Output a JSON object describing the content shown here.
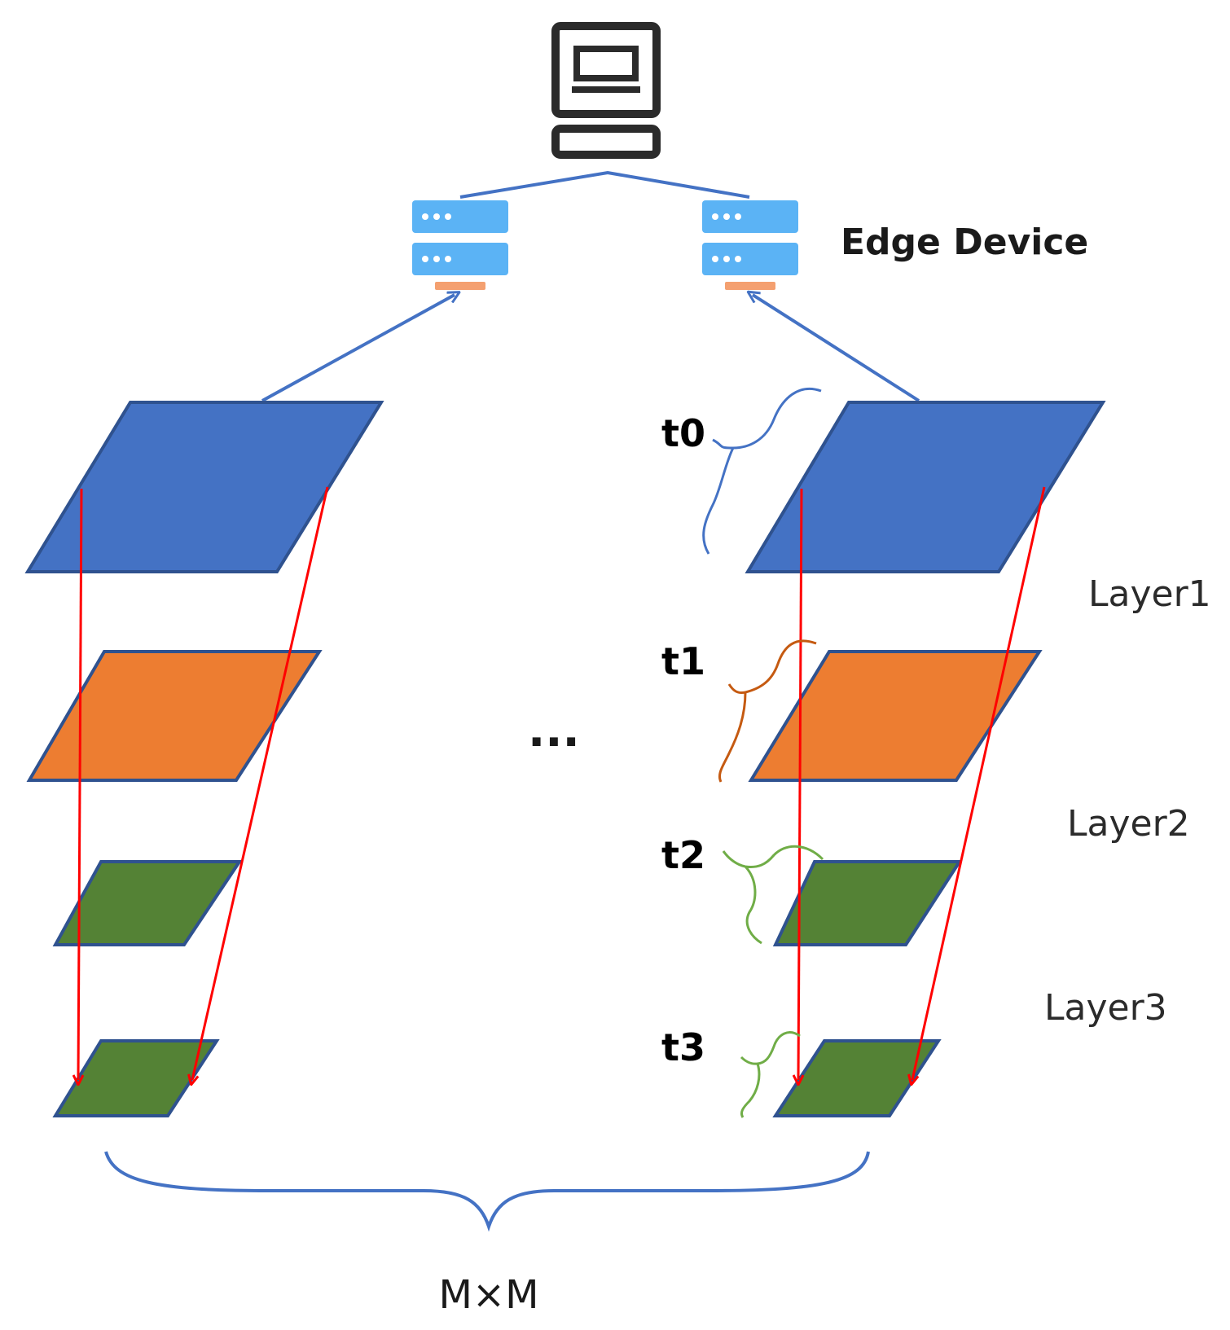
{
  "edge_device_label": "Edge Device",
  "time_labels": [
    "t0",
    "t1",
    "t2",
    "t3"
  ],
  "layer_labels": [
    "Layer1",
    "Layer2",
    "Layer3"
  ],
  "ellipsis": "···",
  "bottom_label": "M×M",
  "colors": {
    "layer_blue": "#4472C4",
    "layer_orange": "#ED7D31",
    "layer_green": "#548235",
    "server_blue": "#5BB3F5",
    "server_accent": "#F4A070",
    "connector_blue": "#4472C4",
    "arrow_red": "#FF0000",
    "t1_curve": "#C55A11",
    "t2_curve": "#70AD47"
  },
  "icons": [
    "computer-icon",
    "server-icon",
    "server-icon"
  ]
}
